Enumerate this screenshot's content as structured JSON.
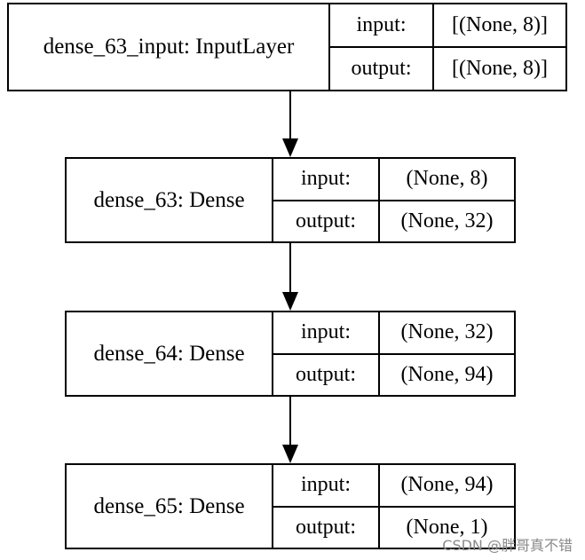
{
  "nodes": [
    {
      "name": "dense_63_input: InputLayer",
      "input_label": "input:",
      "input_value": "[(None, 8)]",
      "output_label": "output:",
      "output_value": "[(None, 8)]"
    },
    {
      "name": "dense_63: Dense",
      "input_label": "input:",
      "input_value": "(None, 8)",
      "output_label": "output:",
      "output_value": "(None, 32)"
    },
    {
      "name": "dense_64: Dense",
      "input_label": "input:",
      "input_value": "(None, 32)",
      "output_label": "output:",
      "output_value": "(None, 94)"
    },
    {
      "name": "dense_65: Dense",
      "input_label": "input:",
      "input_value": "(None, 94)",
      "output_label": "output:",
      "output_value": "(None, 1)"
    }
  ],
  "edges": [
    {
      "from": 0,
      "to": 1
    },
    {
      "from": 1,
      "to": 2
    },
    {
      "from": 2,
      "to": 3
    }
  ],
  "watermark": "CSDN @胖哥真不错"
}
